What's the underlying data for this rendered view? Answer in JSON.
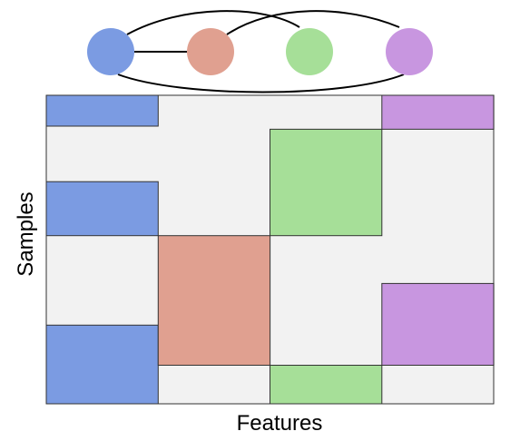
{
  "axes": {
    "x_label": "Features",
    "y_label": "Samples"
  },
  "colors": {
    "background": "#f2f2f2",
    "border": "#333333",
    "edge": "#000000",
    "group_1": "#7b9be2",
    "group_2": "#e0a090",
    "group_3": "#a6df98",
    "group_4": "#c896e0"
  },
  "graph": {
    "nodes": [
      "group_1",
      "group_2",
      "group_3",
      "group_4"
    ],
    "edges": [
      [
        "group_1",
        "group_2"
      ],
      [
        "group_1",
        "group_3"
      ],
      [
        "group_1",
        "group_4"
      ],
      [
        "group_2",
        "group_4"
      ]
    ]
  },
  "matrix": {
    "feature_blocks": [
      "group_1",
      "group_2",
      "group_3",
      "group_4"
    ],
    "sample_count_fraction_note": "",
    "assignments": [
      {
        "group": "group_1",
        "sample_fractions": [
          [
            0.0,
            0.1
          ],
          [
            0.28,
            0.455
          ],
          [
            0.745,
            1.0
          ]
        ]
      },
      {
        "group": "group_2",
        "sample_fractions": [
          [
            0.455,
            0.875
          ]
        ]
      },
      {
        "group": "group_3",
        "sample_fractions": [
          [
            0.11,
            0.455
          ],
          [
            0.875,
            1.0
          ]
        ]
      },
      {
        "group": "group_4",
        "sample_fractions": [
          [
            0.0,
            0.11
          ],
          [
            0.61,
            0.875
          ]
        ]
      }
    ]
  }
}
